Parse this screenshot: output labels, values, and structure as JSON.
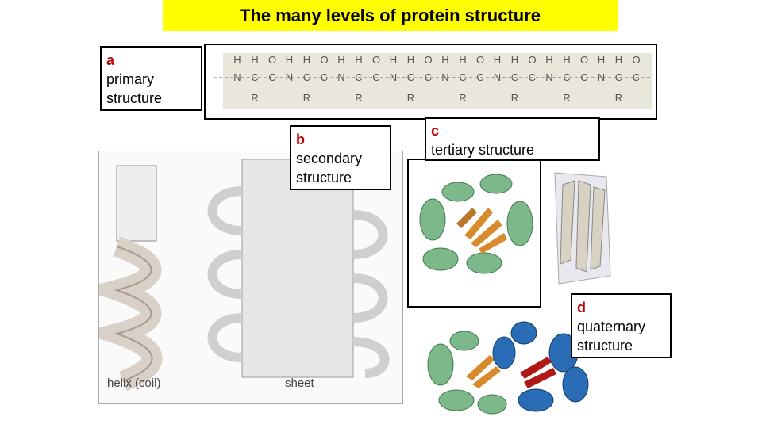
{
  "title": "The many levels of protein structure",
  "labels": {
    "a": {
      "letter": "a",
      "line1": "primary",
      "line2": "structure"
    },
    "b": {
      "letter": "b",
      "line1": "secondary",
      "line2": "structure"
    },
    "c": {
      "letter": "c",
      "line1": "tertiary structure"
    },
    "d": {
      "letter": "d",
      "line1": "quaternary",
      "line2": "structure"
    }
  },
  "secondary_captions": {
    "helix": "helix (coil)",
    "sheet": "sheet"
  },
  "primary_chain": {
    "backbone": [
      "N",
      "C",
      "C"
    ],
    "top": [
      "H",
      "H",
      "O"
    ],
    "side": "R",
    "residues": 8
  },
  "colors": {
    "title_bg": "#ffff00",
    "letter": "#c00000",
    "helix_green": "#6fae7c",
    "helix_blue": "#2a6cb5",
    "strand_orange": "#d98a2b",
    "strand_red": "#b01818"
  }
}
